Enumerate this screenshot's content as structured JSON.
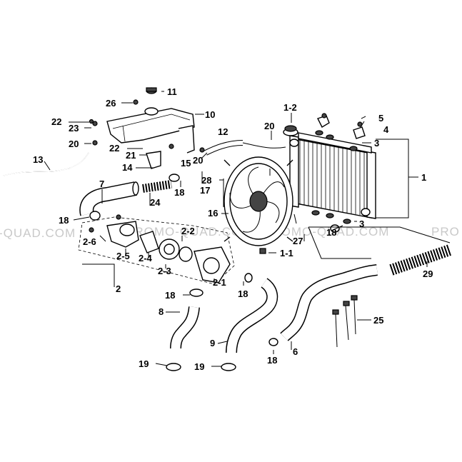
{
  "watermark": {
    "left": "-QUAD.COM",
    "center": "PROMO-QUAD.COM",
    "right": "PROMO-QUAD.COM",
    "far_right": "PRO"
  },
  "callouts": {
    "c1": "1",
    "c1_1": "1-1",
    "c1_2": "1-2",
    "c2": "2",
    "c2_1": "2-1",
    "c2_2": "2-2",
    "c2_3": "2-3",
    "c2_4": "2-4",
    "c2_5": "2-5",
    "c2_6": "2-6",
    "c3a": "3",
    "c3b": "3",
    "c4": "4",
    "c5": "5",
    "c6": "6",
    "c7": "7",
    "c8": "8",
    "c9": "9",
    "c10": "10",
    "c11": "11",
    "c12": "12",
    "c13": "13",
    "c14": "14",
    "c15": "15",
    "c16": "16",
    "c17": "17",
    "c18a": "18",
    "c18b": "18",
    "c18c": "18",
    "c18d": "18",
    "c18e": "18",
    "c18f": "18",
    "c19a": "19",
    "c19b": "19",
    "c20a": "20",
    "c20b": "20",
    "c20c": "20",
    "c21": "21",
    "c22a": "22",
    "c22b": "22",
    "c23": "23",
    "c24": "24",
    "c25": "25",
    "c26": "26",
    "c27": "27",
    "c28": "28",
    "c29": "29"
  }
}
